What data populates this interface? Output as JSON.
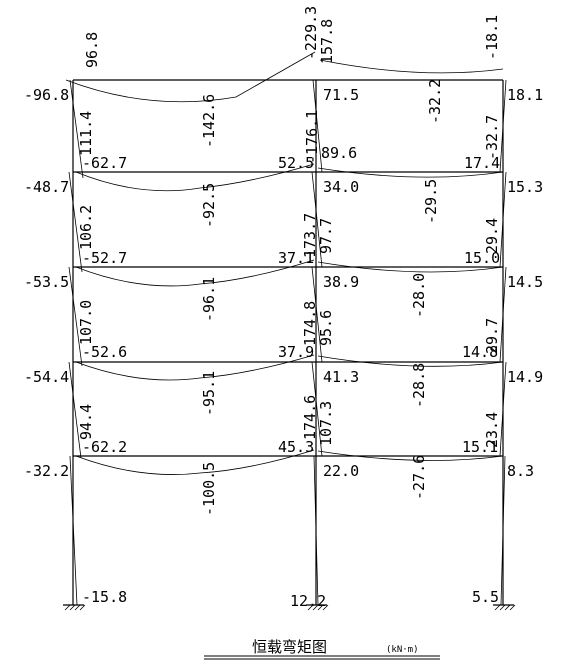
{
  "diagram": {
    "title": "恒载弯矩图",
    "unit": "(kN·m)",
    "colors": {
      "line": "#000000",
      "background": "#ffffff"
    },
    "labels": [
      {
        "id": "l1",
        "text": "96.8",
        "rot": true
      },
      {
        "id": "l2",
        "text": "-229.3",
        "rot": true
      },
      {
        "id": "l3",
        "text": "157.8",
        "rot": true
      },
      {
        "id": "l4",
        "text": "-18.1",
        "rot": true
      },
      {
        "id": "l5",
        "text": "-96.8",
        "rot": false
      },
      {
        "id": "l6",
        "text": "-142.6",
        "rot": true
      },
      {
        "id": "l7",
        "text": "71.5",
        "rot": false
      },
      {
        "id": "l8",
        "text": "-32.2",
        "rot": true
      },
      {
        "id": "l9",
        "text": "18.1",
        "rot": false
      },
      {
        "id": "l10",
        "text": "111.4",
        "rot": true
      },
      {
        "id": "l11",
        "text": "-176.1",
        "rot": true
      },
      {
        "id": "l12",
        "text": "-32.7",
        "rot": true
      },
      {
        "id": "l13",
        "text": "-62.7",
        "rot": false
      },
      {
        "id": "l14",
        "text": "52.5",
        "rot": false
      },
      {
        "id": "l15",
        "text": "89.6",
        "rot": false
      },
      {
        "id": "l16",
        "text": "17.4",
        "rot": false
      },
      {
        "id": "l17",
        "text": "-48.7",
        "rot": false
      },
      {
        "id": "l18",
        "text": "-92.5",
        "rot": true
      },
      {
        "id": "l19",
        "text": "34.0",
        "rot": false
      },
      {
        "id": "l20",
        "text": "-29.5",
        "rot": true
      },
      {
        "id": "l21",
        "text": "15.3",
        "rot": false
      },
      {
        "id": "l22",
        "text": "106.2",
        "rot": true
      },
      {
        "id": "l23",
        "text": "173.7",
        "rot": true
      },
      {
        "id": "l24",
        "text": "29.4",
        "rot": true
      },
      {
        "id": "l25",
        "text": "-52.7",
        "rot": false
      },
      {
        "id": "l26",
        "text": "37.1",
        "rot": false
      },
      {
        "id": "l27",
        "text": "97.7",
        "rot": false
      },
      {
        "id": "l28",
        "text": "15.0",
        "rot": false
      },
      {
        "id": "l29",
        "text": "-53.5",
        "rot": false
      },
      {
        "id": "l30",
        "text": "-96.1",
        "rot": true
      },
      {
        "id": "l31",
        "text": "38.9",
        "rot": false
      },
      {
        "id": "l32",
        "text": "-28.0",
        "rot": true
      },
      {
        "id": "l33",
        "text": "14.5",
        "rot": false
      },
      {
        "id": "l34",
        "text": "107.0",
        "rot": true
      },
      {
        "id": "l35",
        "text": "174.8",
        "rot": true
      },
      {
        "id": "l36",
        "text": "29.7",
        "rot": true
      },
      {
        "id": "l37",
        "text": "-52.6",
        "rot": false
      },
      {
        "id": "l38",
        "text": "37.9",
        "rot": false
      },
      {
        "id": "l39",
        "text": "95.6",
        "rot": false
      },
      {
        "id": "l40",
        "text": "14.8",
        "rot": false
      },
      {
        "id": "l41",
        "text": "-54.4",
        "rot": false
      },
      {
        "id": "l42",
        "text": "-95.1",
        "rot": true
      },
      {
        "id": "l43",
        "text": "41.3",
        "rot": false
      },
      {
        "id": "l44",
        "text": "-28.8",
        "rot": true
      },
      {
        "id": "l45",
        "text": "14.9",
        "rot": false
      },
      {
        "id": "l46",
        "text": "94.4",
        "rot": true
      },
      {
        "id": "l47",
        "text": "174.6",
        "rot": true
      },
      {
        "id": "l48",
        "text": "23.4",
        "rot": true
      },
      {
        "id": "l49",
        "text": "-62.2",
        "rot": false
      },
      {
        "id": "l50",
        "text": "45.3",
        "rot": false
      },
      {
        "id": "l51",
        "text": "107.3",
        "rot": false
      },
      {
        "id": "l52",
        "text": "15.1",
        "rot": false
      },
      {
        "id": "l53",
        "text": "-32.2",
        "rot": false
      },
      {
        "id": "l54",
        "text": "-100.5",
        "rot": true
      },
      {
        "id": "l55",
        "text": "22.0",
        "rot": false
      },
      {
        "id": "l56",
        "text": "-27.6",
        "rot": true
      },
      {
        "id": "l57",
        "text": "8.3",
        "rot": false
      },
      {
        "id": "l58",
        "text": "-15.8",
        "rot": false
      },
      {
        "id": "l59",
        "text": "12.2",
        "rot": false
      },
      {
        "id": "l60",
        "text": "5.5",
        "rot": false
      }
    ]
  }
}
